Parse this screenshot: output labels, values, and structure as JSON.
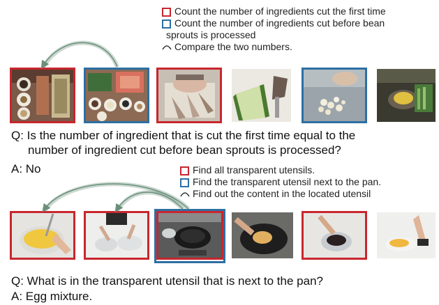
{
  "example1": {
    "legend": {
      "red": "Count the number of ingredients cut the first time",
      "blue_line1": "Count the number of ingredients cut before bean",
      "blue_line2": "sprouts is processed",
      "arc": "Compare the two numbers."
    },
    "question_line1": "Q: Is the number of ingredient that is cut the first time equal to the",
    "question_line2": "number of ingredient cut before bean sprouts is processed?",
    "answer": "A: No"
  },
  "example2": {
    "legend": {
      "red": "Find all transparent utensils.",
      "blue": "Find the transparent utensil next to the pan.",
      "arc": "Find out the content in the located utensil"
    },
    "question": "Q: What is in the transparent utensil that is next to the pan?",
    "answer": "A: Egg mixture."
  },
  "colors": {
    "red": "#c8262e",
    "blue": "#2d6fa3",
    "arrow": "#6b8f7a"
  }
}
